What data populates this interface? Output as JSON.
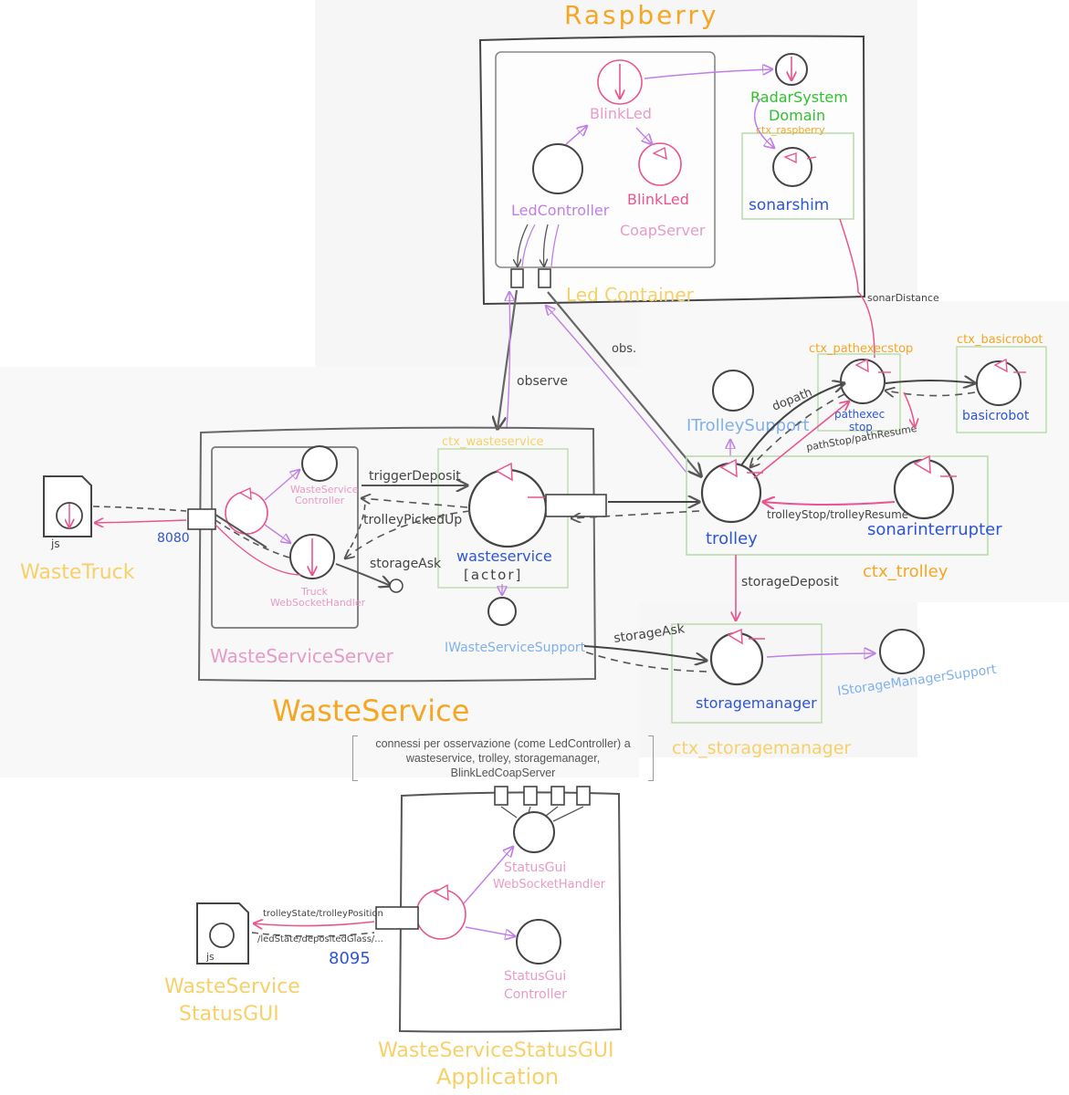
{
  "colors": {
    "gray": "#6b6b6b",
    "pink": "#e8558f",
    "violet": "#c07fe6",
    "blue": "#2e55d6",
    "lightblue": "#7fb0ec",
    "orange": "#f5a623",
    "yellow": "#f7d068",
    "green": "#2fc12f",
    "lightgreen": "#b6dba8",
    "pinklight": "#e89ac8"
  },
  "areas": {
    "raspberry": "Raspberry",
    "led_container": "Led Container",
    "ctx_raspberry": "ctx_raspberry",
    "radar_domain_line1": "RadarSystem",
    "radar_domain_line2": "Domain",
    "waste_service": "WasteService",
    "waste_service_server": "WasteServiceServer",
    "ctx_wasteservice": "ctx_wasteservice",
    "ctx_pathexecstop": "ctx_pathexecstop",
    "ctx_basicrobot": "ctx_basicrobot",
    "ctx_trolley": "ctx_trolley",
    "ctx_storagemanager": "ctx_storagemanager",
    "status_app_line1": "WasteServiceStatusGUI",
    "status_app_line2": "Application"
  },
  "nodes": {
    "blinkled": "BlinkLed",
    "ledcontroller": "LedController",
    "blinkled_coap_line1": "BlinkLed",
    "blinkled_coap_line2": "CoapServer",
    "sonarshim": "sonarshim",
    "itrolleysupport": "ITrolleySupport",
    "pathexecstop_line1": "pathexec",
    "pathexecstop_line2": "stop",
    "basicrobot": "basicrobot",
    "trolley": "trolley",
    "sonarinterrupter": "sonarinterrupter",
    "storagemanager": "storagemanager",
    "istoragemanagersupport": "IStorageManagerSupport",
    "wasteservice_line1": "wasteservice",
    "wasteservice_line2": "[actor]",
    "iwasteservicesupport": "IWasteServiceSupport",
    "ws_controller_line1": "WasteService",
    "ws_controller_line2": "Controller",
    "truck_ws_line1": "Truck",
    "truck_ws_line2": "WebSocketHandler",
    "wastetruck": "WasteTruck",
    "js_1": "js",
    "js_2": "js",
    "status_ws_line1": "StatusGui",
    "status_ws_line2": "WebSocketHandler",
    "status_ctrl_line1": "StatusGui",
    "status_ctrl_line2": "Controller",
    "status_gui_line1": "WasteService",
    "status_gui_line2": "StatusGUI"
  },
  "edges": {
    "sonar_distance": "sonarDistance",
    "observe": "observe",
    "obs": "obs.",
    "dopath": "dopath",
    "pathstop_resume": "pathStop/pathResume",
    "trigger_deposit": "triggerDeposit",
    "trolley_picked_up": "trolleyPickedUp",
    "storage_ask_1": "storageAsk",
    "storage_ask_2": "storageAsk",
    "trolley_stop_resume": "trolleyStop/trolleyResume",
    "storage_deposit": "storageDeposit",
    "port_8080": "8080",
    "port_8095": "8095",
    "gui_msg_line1": "trolleyState/trolleyPosition",
    "gui_msg_line2": "/ledState/depositedGlass/..."
  },
  "note": {
    "line1": "connessi per osservazione (come LedController) a",
    "line2": "wasteservice, trolley, storagemanager,",
    "line3": "BlinkLedCoapServer"
  }
}
